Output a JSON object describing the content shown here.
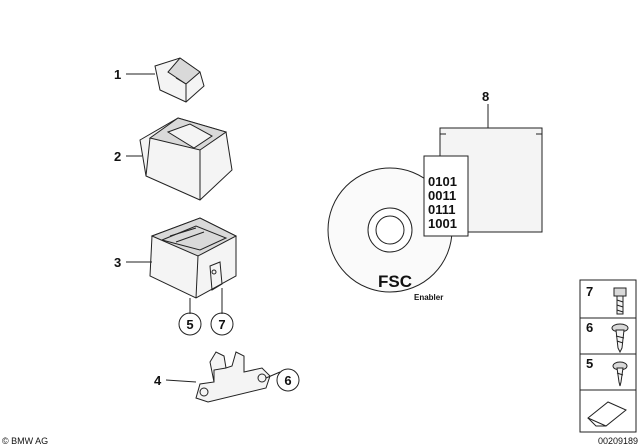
{
  "callouts": {
    "1": "1",
    "2": "2",
    "3": "3",
    "4": "4",
    "5": "5",
    "6": "6",
    "7": "7",
    "8": "8"
  },
  "binary_codes": [
    "0101",
    "0011",
    "0111",
    "1001"
  ],
  "disc": {
    "title": "FSC",
    "subtitle": "Enabler"
  },
  "footer": {
    "copyright": "© BMW AG",
    "image_number": "00209189"
  }
}
